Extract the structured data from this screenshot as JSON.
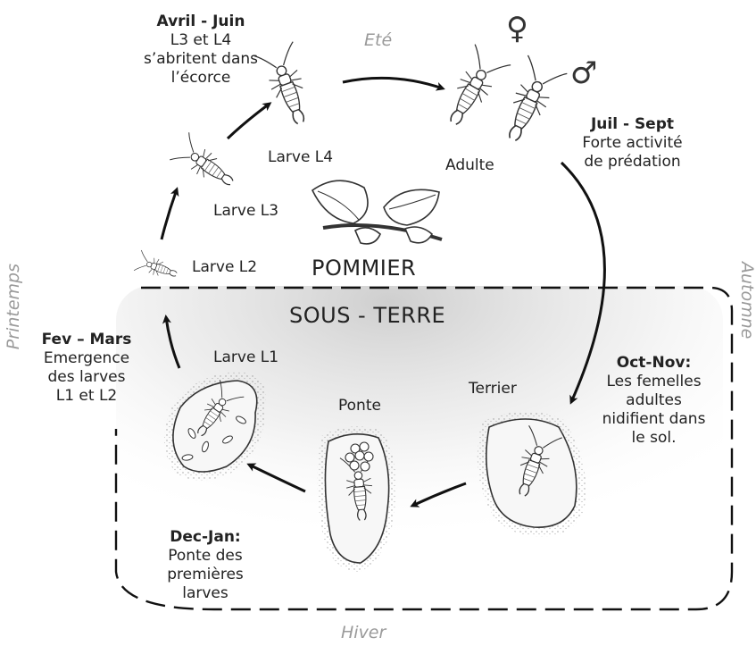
{
  "seasons": {
    "summer": "Eté",
    "autumn": "Automne",
    "winter": "Hiver",
    "spring": "Printemps"
  },
  "tree_label": "POMMIER",
  "underground_label": "SOUS - TERRE",
  "stages": {
    "l1": "Larve L1",
    "l2": "Larve L2",
    "l3": "Larve L3",
    "l4": "Larve L4",
    "adult": "Adulte",
    "burrow": "Terrier",
    "laying": "Ponte"
  },
  "sex_symbols": {
    "female": "♀",
    "male": "♂"
  },
  "annotations": {
    "apr_jun": {
      "title": "Avril - Juin",
      "lines": [
        "L3 et L4",
        "s’abritent dans",
        "l’écorce"
      ]
    },
    "jul_sep": {
      "title": "Juil - Sept",
      "lines": [
        "Forte activité",
        "de prédation"
      ]
    },
    "oct_nov": {
      "title": "Oct-Nov:",
      "lines": [
        "Les femelles",
        "adultes",
        "nidifient dans",
        "le sol."
      ]
    },
    "dec_jan": {
      "title": "Dec-Jan:",
      "lines": [
        "Ponte des",
        "premières",
        "larves"
      ]
    },
    "feb_mar": {
      "title": "Fev – Mars",
      "lines": [
        "Emergence",
        "des larves",
        "L1 et L2"
      ]
    }
  },
  "colors": {
    "ink": "#222222",
    "season_gray": "#9a9a9a",
    "soil_stipple": "#555555",
    "shadow_gray": "#cfcfcf"
  },
  "icons": [
    "earwig-insect-icon",
    "apple-branch-icon",
    "female-symbol-icon",
    "male-symbol-icon",
    "egg-cluster-icon"
  ]
}
